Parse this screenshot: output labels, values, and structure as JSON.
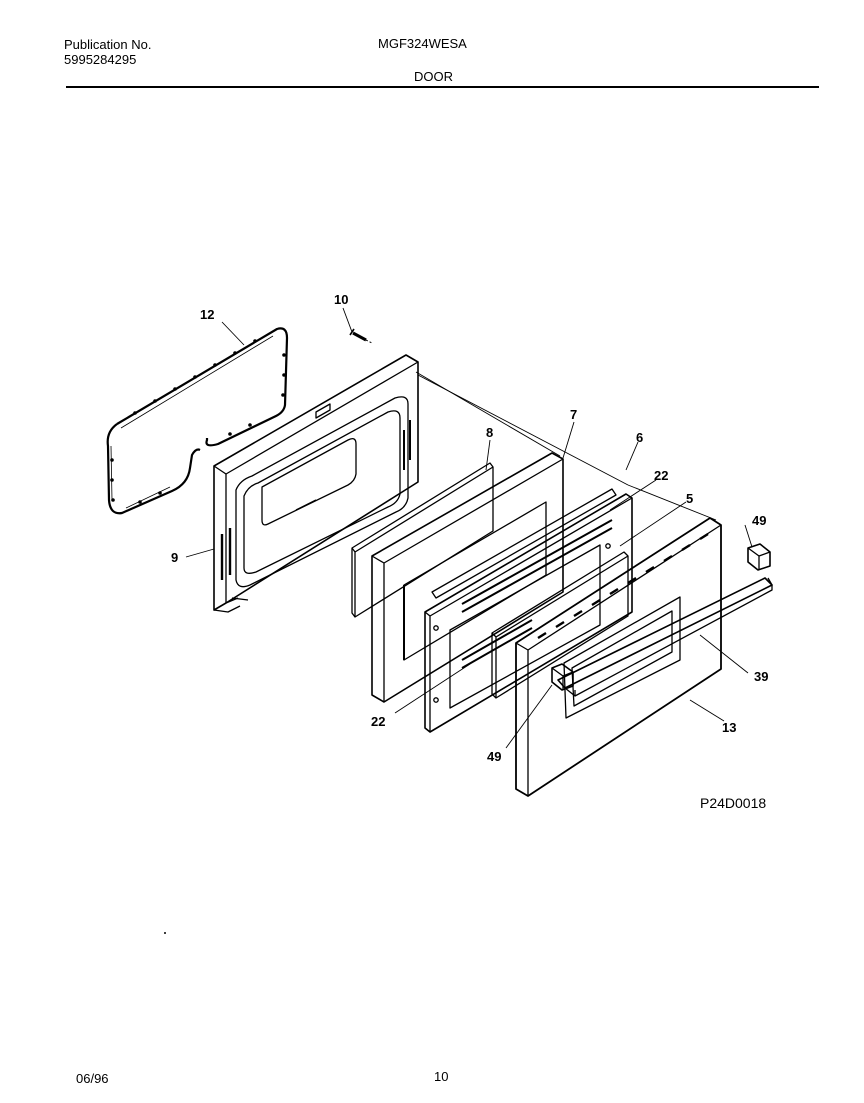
{
  "header": {
    "publication_label": "Publication No.",
    "publication_number": "5995284295",
    "model": "MGF324WESA",
    "section": "DOOR"
  },
  "diagram": {
    "drawing_code": "P24D0018",
    "callouts": [
      "12",
      "10",
      "8",
      "7",
      "6",
      "22",
      "5",
      "49",
      "9",
      "39",
      "22",
      "13",
      "49"
    ]
  },
  "footer": {
    "date": "06/96",
    "page": "10"
  }
}
